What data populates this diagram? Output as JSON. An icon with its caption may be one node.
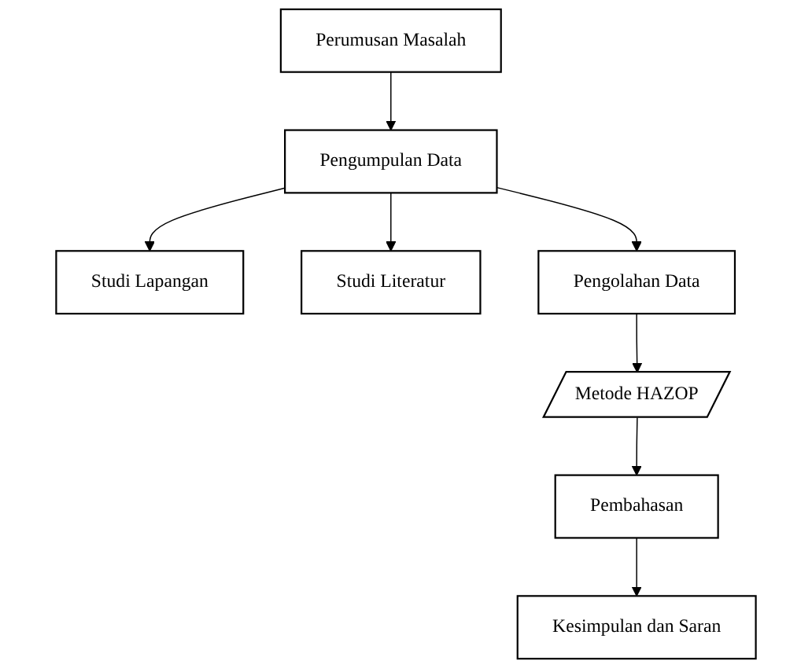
{
  "diagram": {
    "nodes": [
      {
        "text": [
          "Perumusan Masalah"
        ]
      },
      {
        "text": [
          "Studi Lapangan"
        ]
      },
      {
        "text": [
          "Pengumpulan Data"
        ]
      },
      {
        "text": [
          "Studi Literatur"
        ]
      },
      {
        "text": [
          "Pengolahan Data"
        ]
      },
      {
        "text": [
          "Metode HAZOP"
        ]
      },
      {
        "text": [
          "Pembahasan"
        ]
      },
      {
        "text": [
          "Kesimpulan dan Saran"
        ]
      }
    ],
    "edges": [
      {
        "from": 0,
        "to": 2,
        "arrow": "to"
      },
      {
        "from": 2,
        "to": 1,
        "arrow": "to"
      },
      {
        "from": 2,
        "to": 3,
        "arrow": "to"
      },
      {
        "from": 2,
        "to": 4,
        "arrow": "to"
      },
      {
        "from": 4,
        "to": 5,
        "arrow": "to"
      },
      {
        "from": 5,
        "to": 6,
        "arrow": "to"
      },
      {
        "from": 6,
        "to": 7,
        "arrow": "to"
      }
    ]
  }
}
